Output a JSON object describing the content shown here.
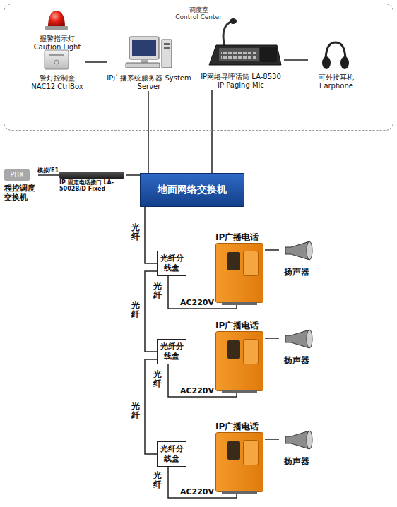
{
  "diagram": {
    "nodes": [
      {
        "text": [
          "调度室",
          "Control Center"
        ]
      },
      {
        "text": [
          "报警指示灯 Caution Light"
        ],
        "in": 0
      },
      {
        "text": [
          "警灯控制盒 NAC12 CtrlBox"
        ],
        "in": 0
      },
      {
        "text": [
          "IP广播系统服务器 System Server"
        ],
        "in": 0
      },
      {
        "text": [
          "IP网络寻呼话筒 LA-8530 IP Paging Mic"
        ],
        "in": 0
      },
      {
        "text": [
          "可外接耳机 Earphone"
        ],
        "in": 0
      },
      {
        "text": [
          "PBX",
          "程控调度交换机"
        ]
      },
      {
        "text": [
          "IP 固定电话接口 LA-5002B/D Fixed"
        ]
      },
      {
        "text": [
          "地面网络交换机"
        ]
      },
      {
        "text": [
          "光纤分线盒"
        ]
      },
      {
        "text": [
          "IP广播电话"
        ]
      },
      {
        "text": [
          "扬声器"
        ]
      },
      {
        "text": [
          "光纤分线盒"
        ]
      },
      {
        "text": [
          "IP广播电话"
        ]
      },
      {
        "text": [
          "扬声器"
        ]
      },
      {
        "text": [
          "光纤分线盒"
        ]
      },
      {
        "text": [
          "IP广播电话"
        ]
      },
      {
        "text": [
          "扬声器"
        ]
      }
    ],
    "edges": [
      {
        "from": 2,
        "to": 3,
        "arrow": "none"
      },
      {
        "from": 3,
        "to": 8,
        "arrow": "none"
      },
      {
        "from": 4,
        "to": 8,
        "arrow": "none"
      },
      {
        "from": 4,
        "to": 5,
        "arrow": "none"
      },
      {
        "from": 6,
        "to": 7,
        "label": "模拟/E1",
        "arrow": "none"
      },
      {
        "from": 7,
        "to": 8,
        "arrow": "none"
      },
      {
        "from": 8,
        "to": 9,
        "label": "光纤",
        "arrow": "none"
      },
      {
        "from": 9,
        "to": 12,
        "label": "光纤",
        "arrow": "none"
      },
      {
        "from": 12,
        "to": 15,
        "label": "光纤",
        "arrow": "none"
      },
      {
        "from": 9,
        "to": 10,
        "label": "光纤",
        "arrow": "none"
      },
      {
        "from": 12,
        "to": 13,
        "label": "光纤",
        "arrow": "none"
      },
      {
        "from": 15,
        "to": 16,
        "label": "光纤",
        "arrow": "none"
      },
      {
        "from": 10,
        "to": 11,
        "arrow": "none"
      },
      {
        "from": 13,
        "to": 14,
        "arrow": "none"
      },
      {
        "from": 16,
        "to": 17,
        "arrow": "none"
      }
    ],
    "labels": [
      "AC220V",
      "AC220V",
      "AC220V"
    ]
  }
}
